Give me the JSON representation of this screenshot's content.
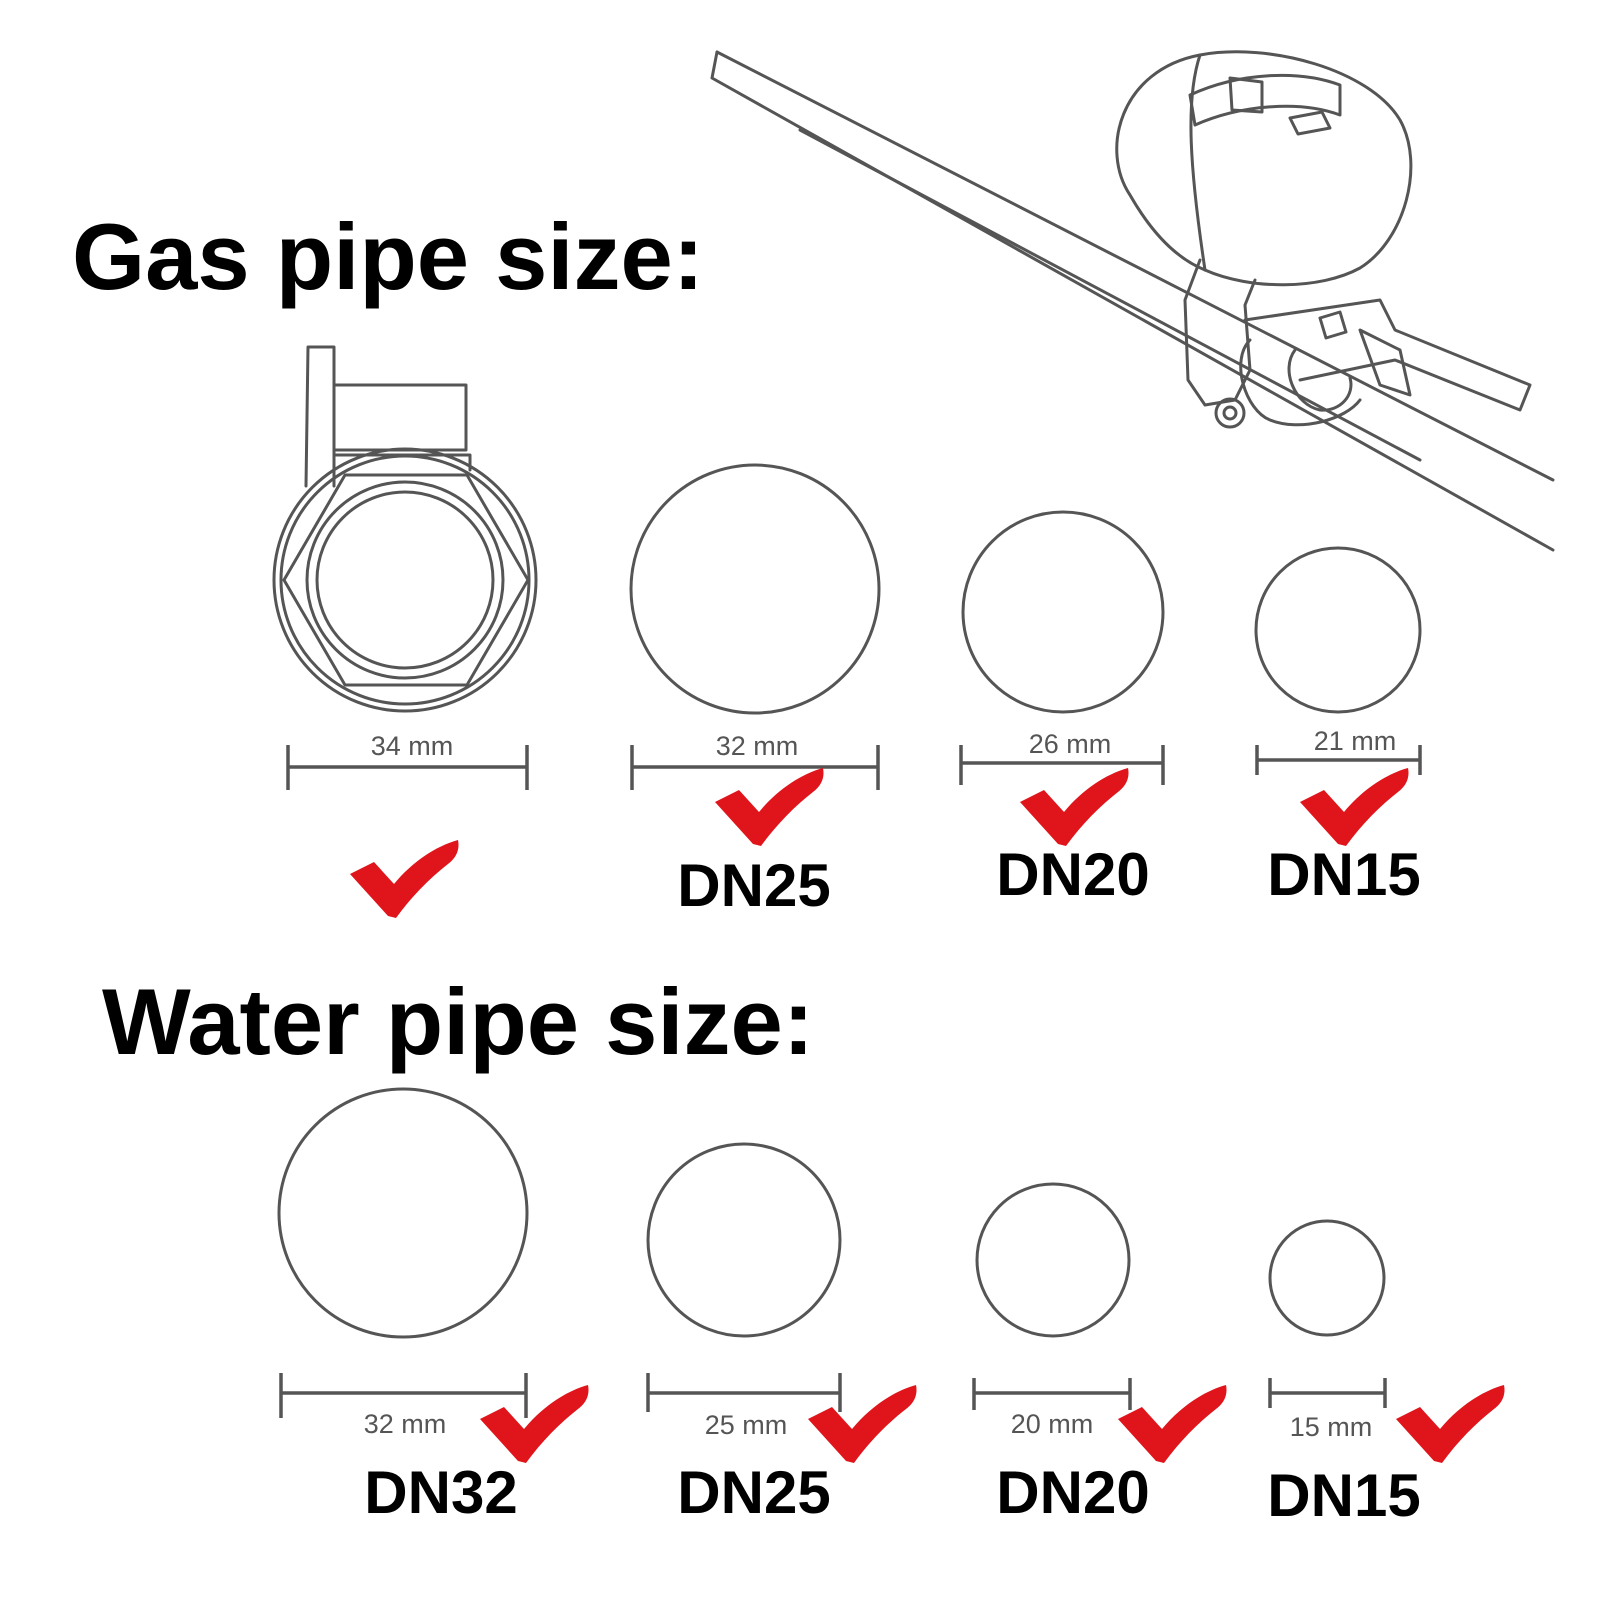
{
  "gas": {
    "title": "Gas pipe size:",
    "items": [
      {
        "size": "34 mm",
        "dn": "",
        "checked": true
      },
      {
        "size": "32 mm",
        "dn": "DN25",
        "checked": true
      },
      {
        "size": "26 mm",
        "dn": "DN20",
        "checked": true
      },
      {
        "size": "21 mm",
        "dn": "DN15",
        "checked": true
      }
    ]
  },
  "water": {
    "title": "Water pipe size:",
    "items": [
      {
        "size": "32 mm",
        "dn": "DN32",
        "checked": true
      },
      {
        "size": "25 mm",
        "dn": "DN25",
        "checked": true
      },
      {
        "size": "20 mm",
        "dn": "DN20",
        "checked": true
      },
      {
        "size": "15 mm",
        "dn": "DN15",
        "checked": true
      }
    ]
  },
  "colors": {
    "check": "#e0151b",
    "outline": "#555555",
    "text": "#000000"
  },
  "icons": {
    "check": "red-checkmark-icon",
    "valve": "valve-actuator-illustration"
  }
}
